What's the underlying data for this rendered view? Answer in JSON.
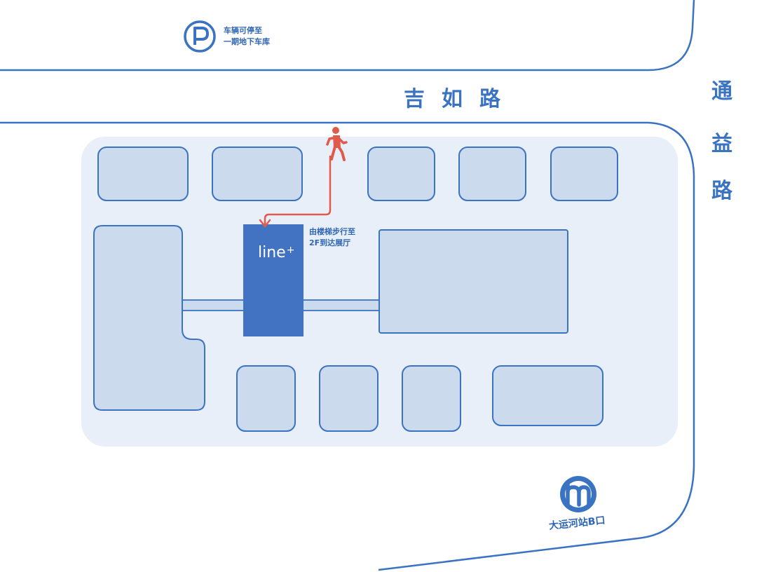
{
  "roads": {
    "north": "吉如路",
    "east": [
      "通",
      "益",
      "路"
    ]
  },
  "parking": {
    "symbol": "P",
    "line1": "车辆可停至",
    "line2": "一期地下车库"
  },
  "venue": {
    "brand": "line",
    "brand_mark": "+",
    "note_line1": "由楼梯步行至",
    "note_line2": "2F到达展厅"
  },
  "metro": {
    "station": "大运河站B口"
  },
  "colors": {
    "road_line": "#3a73c2",
    "block_area": "#e9eff8",
    "building_fill": "#ccdaee",
    "building_stroke": "#3a73c2",
    "venue_fill": "#4273c2",
    "route": "#e05a4c"
  },
  "icons": {
    "parking": "parking-icon",
    "pedestrian": "pedestrian-icon",
    "metro": "metro-icon"
  }
}
